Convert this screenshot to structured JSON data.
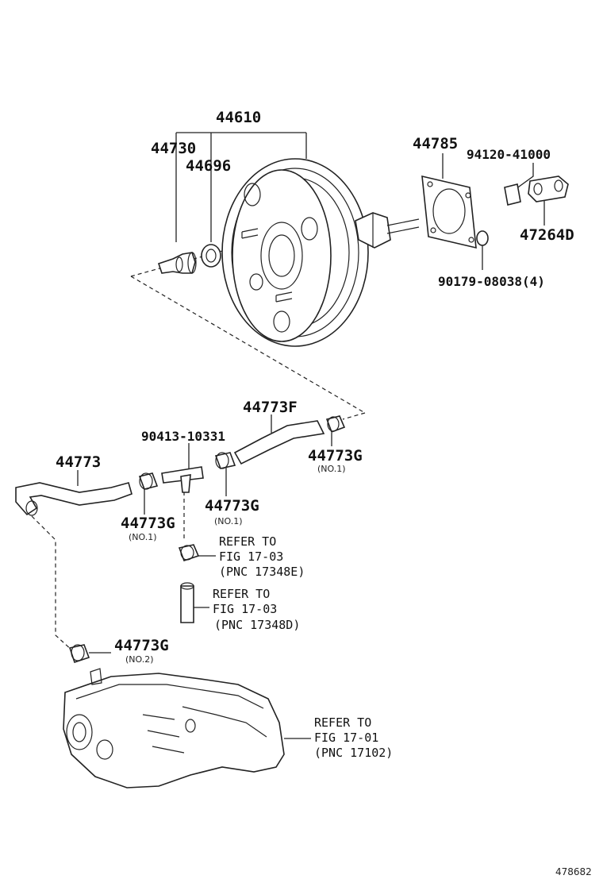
{
  "parts": {
    "p44610": "44610",
    "p44730": "44730",
    "p44696": "44696",
    "p44785": "44785",
    "p94120": "94120-41000",
    "p47264D": "47264D",
    "p90179": "90179-08038(4)",
    "p44773F": "44773F",
    "p90413": "90413-10331",
    "p44773": "44773",
    "p44773G_a": "44773G",
    "p44773G_b": "44773G",
    "p44773G_c": "44773G",
    "p44773G_d": "44773G"
  },
  "notes": {
    "no1_a": "(NO.1)",
    "no1_b": "(NO.1)",
    "no1_c": "(NO.1)",
    "no2": "(NO.2)"
  },
  "refs": {
    "ref1": {
      "l1": "REFER TO",
      "l2": "FIG 17-03",
      "l3": "(PNC 17348E)"
    },
    "ref2": {
      "l1": "REFER TO",
      "l2": "FIG 17-03",
      "l3": "(PNC 17348D)"
    },
    "ref3": {
      "l1": "REFER TO",
      "l2": "FIG 17-01",
      "l3": "(PNC 17102)"
    }
  },
  "footer": {
    "id": "478682"
  }
}
